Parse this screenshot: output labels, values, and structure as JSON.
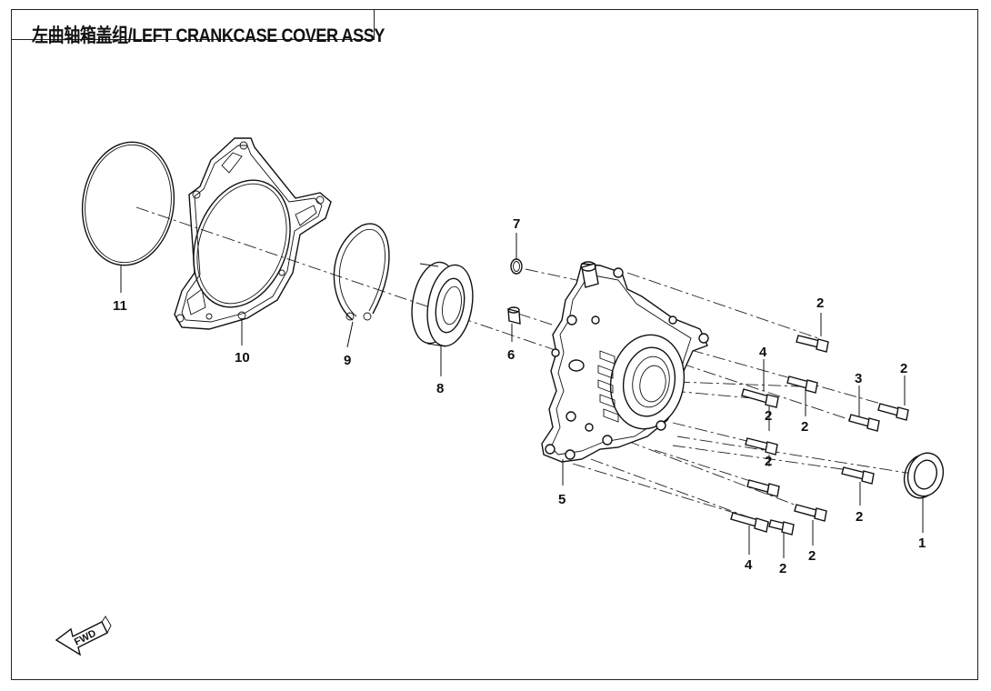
{
  "title": "左曲轴箱盖组/LEFT CRANKCASE COVER ASSY",
  "fwd_label": "FWD",
  "callouts": {
    "c11": "11",
    "c10": "10",
    "c9": "9",
    "c8": "8",
    "c7": "7",
    "c6": "6",
    "c5": "5",
    "c1": "1",
    "c3": "3",
    "c4a": "4",
    "c4b": "4",
    "c2a": "2",
    "c2b": "2",
    "c2c": "2",
    "c2d": "2",
    "c2e": "2",
    "c2f": "2",
    "c2g": "2",
    "c2h": "2"
  },
  "parts": [
    {
      "number": "1",
      "name": "oil-seal"
    },
    {
      "number": "2",
      "name": "bolt"
    },
    {
      "number": "3",
      "name": "bolt"
    },
    {
      "number": "4",
      "name": "long-bolt"
    },
    {
      "number": "5",
      "name": "left-crankcase-cover"
    },
    {
      "number": "6",
      "name": "dowel-pin"
    },
    {
      "number": "7",
      "name": "o-ring"
    },
    {
      "number": "8",
      "name": "bearing"
    },
    {
      "number": "9",
      "name": "circlip"
    },
    {
      "number": "10",
      "name": "gasket"
    },
    {
      "number": "11",
      "name": "seal-ring"
    }
  ]
}
